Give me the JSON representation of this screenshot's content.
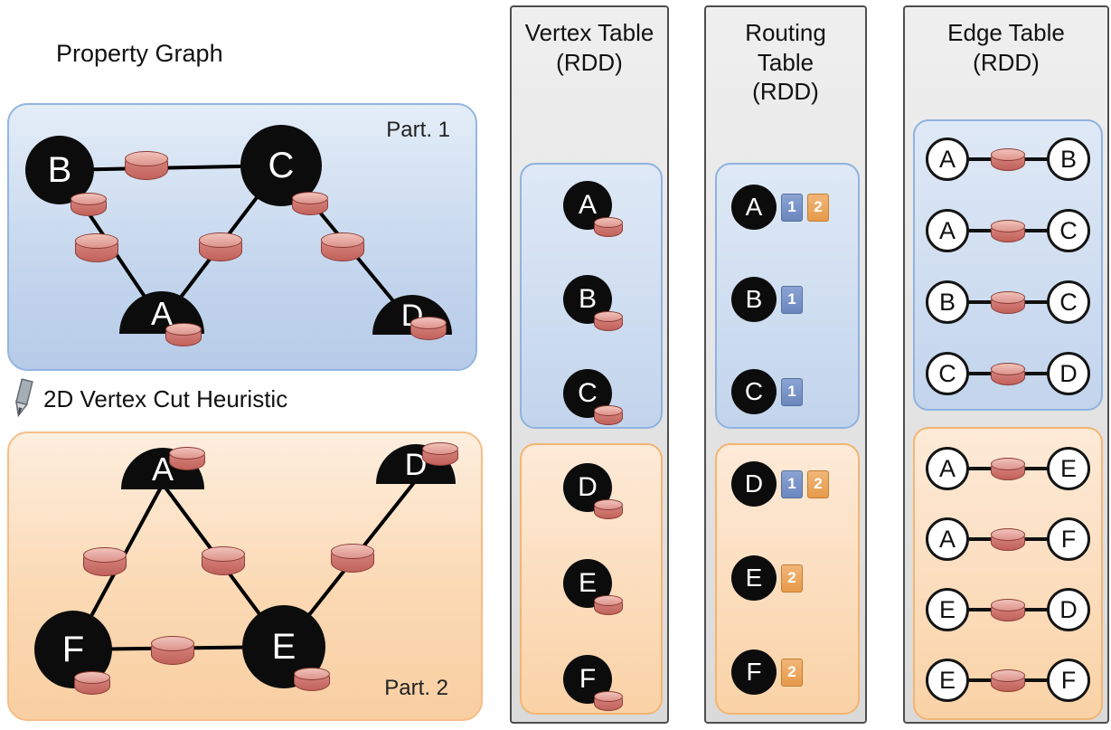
{
  "property_graph": {
    "title": "Property Graph",
    "heuristic": "2D Vertex Cut Heuristic",
    "part1": {
      "label": "Part. 1",
      "vertices": [
        {
          "id": "B",
          "type": "full"
        },
        {
          "id": "C",
          "type": "full"
        },
        {
          "id": "A",
          "type": "cut"
        },
        {
          "id": "D",
          "type": "cut"
        }
      ],
      "edges": [
        "B-C",
        "B-A",
        "C-A",
        "C-D"
      ]
    },
    "part2": {
      "label": "Part. 2",
      "vertices": [
        {
          "id": "A",
          "type": "cut"
        },
        {
          "id": "D",
          "type": "cut"
        },
        {
          "id": "F",
          "type": "full"
        },
        {
          "id": "E",
          "type": "full"
        }
      ],
      "edges": [
        "A-F",
        "A-E",
        "F-E",
        "E-D"
      ]
    }
  },
  "vertex_table": {
    "title": "Vertex Table",
    "subtitle": "(RDD)",
    "part1": [
      "A",
      "B",
      "C"
    ],
    "part2": [
      "D",
      "E",
      "F"
    ]
  },
  "routing_table": {
    "title_lines": [
      "Routing",
      "Table",
      "(RDD)"
    ],
    "part1": [
      {
        "vertex": "A",
        "badges": [
          {
            "n": "1",
            "partition": 1
          },
          {
            "n": "2",
            "partition": 2
          }
        ]
      },
      {
        "vertex": "B",
        "badges": [
          {
            "n": "1",
            "partition": 1
          }
        ]
      },
      {
        "vertex": "C",
        "badges": [
          {
            "n": "1",
            "partition": 1
          }
        ]
      }
    ],
    "part2": [
      {
        "vertex": "D",
        "badges": [
          {
            "n": "1",
            "partition": 1
          },
          {
            "n": "2",
            "partition": 2
          }
        ]
      },
      {
        "vertex": "E",
        "badges": [
          {
            "n": "2",
            "partition": 2
          }
        ]
      },
      {
        "vertex": "F",
        "badges": [
          {
            "n": "2",
            "partition": 2
          }
        ]
      }
    ]
  },
  "edge_table": {
    "title": "Edge Table",
    "subtitle": "(RDD)",
    "part1": [
      {
        "src": "A",
        "dst": "B"
      },
      {
        "src": "A",
        "dst": "C"
      },
      {
        "src": "B",
        "dst": "C"
      },
      {
        "src": "C",
        "dst": "D"
      }
    ],
    "part2": [
      {
        "src": "A",
        "dst": "E"
      },
      {
        "src": "A",
        "dst": "F"
      },
      {
        "src": "E",
        "dst": "D"
      },
      {
        "src": "E",
        "dst": "F"
      }
    ]
  },
  "colors": {
    "partition1_fill": "#c9d9ef",
    "partition1_border": "#94b6e2",
    "partition2_fill": "#fbd9b4",
    "partition2_border": "#f6bd88",
    "column_fill": "#e6e6e6",
    "column_border": "#4e4e4e",
    "vertex_fill": "#0c0c0c",
    "property_cylinder_fill": "#cd7a74",
    "property_cylinder_border": "#8c3c35",
    "badge_partition1": "#7b96c9",
    "badge_partition2": "#eba55e"
  }
}
